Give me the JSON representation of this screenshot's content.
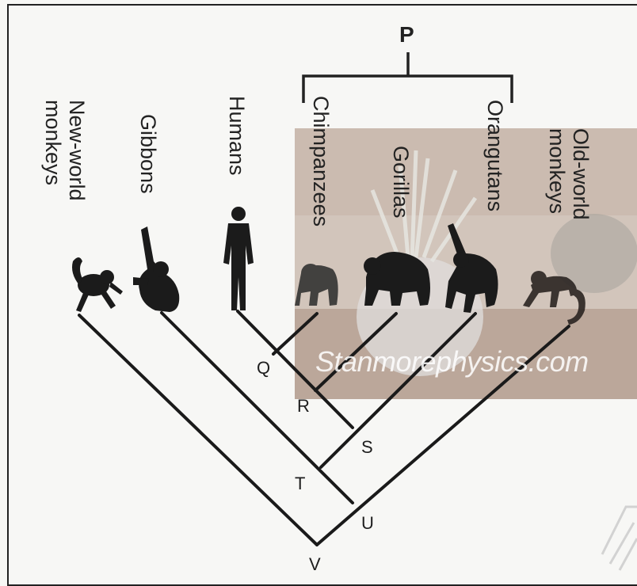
{
  "diagram": {
    "groups": [
      {
        "id": "P",
        "label": "P",
        "members": [
          "Chimpanzees",
          "Gorillas",
          "Orangutans"
        ]
      }
    ],
    "taxa": [
      {
        "id": "new-world-monkeys",
        "line1": "New-world",
        "line2": "monkeys"
      },
      {
        "id": "gibbons",
        "line1": "Gibbons"
      },
      {
        "id": "humans",
        "line1": "Humans"
      },
      {
        "id": "chimpanzees",
        "line1": "Chimpanzees"
      },
      {
        "id": "gorillas",
        "line1": "Gorillas"
      },
      {
        "id": "orangutans",
        "line1": "Orangutans"
      },
      {
        "id": "old-world-monkeys",
        "line1": "Old-world",
        "line2": "monkeys"
      }
    ],
    "nodes": {
      "Q": "Q",
      "R": "R",
      "S": "S",
      "T": "T",
      "U": "U",
      "V": "V"
    },
    "watermark": "Stanmorephysics.com"
  }
}
